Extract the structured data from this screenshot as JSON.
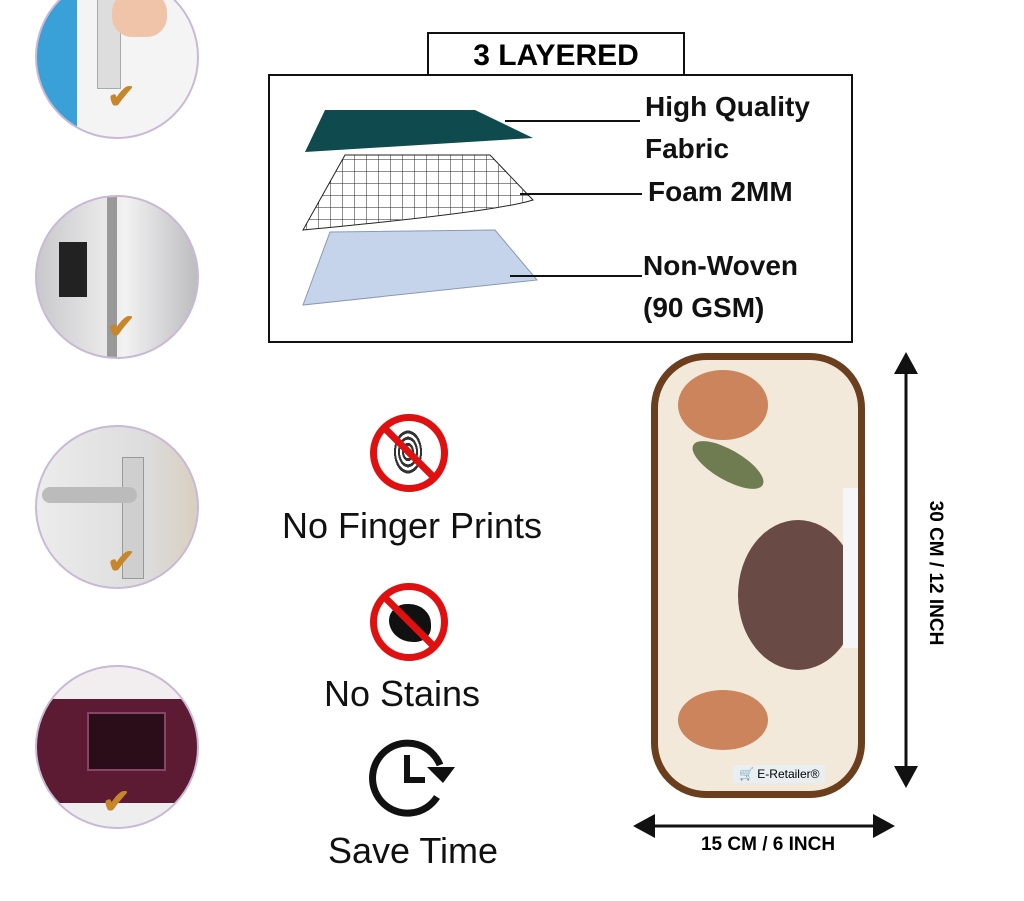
{
  "layers": {
    "title": "3 LAYERED",
    "items": [
      {
        "label": "High Quality Fabric"
      },
      {
        "label": "Foam 2MM"
      },
      {
        "label": "Non-Woven (90 GSM)"
      }
    ]
  },
  "features": [
    {
      "label": "No Finger Prints",
      "icon": "no-fingerprint-icon"
    },
    {
      "label": "No Stains",
      "icon": "no-stain-icon"
    },
    {
      "label": "Save Time",
      "icon": "clock-icon"
    }
  ],
  "product": {
    "brand": "E-Retailer",
    "height_label": "30 CM / 12 INCH",
    "width_label": "15 CM / 6 INCH"
  },
  "colors": {
    "accent": "#c8862a",
    "no_red": "#e01010",
    "trim": "#6b3f1e"
  }
}
